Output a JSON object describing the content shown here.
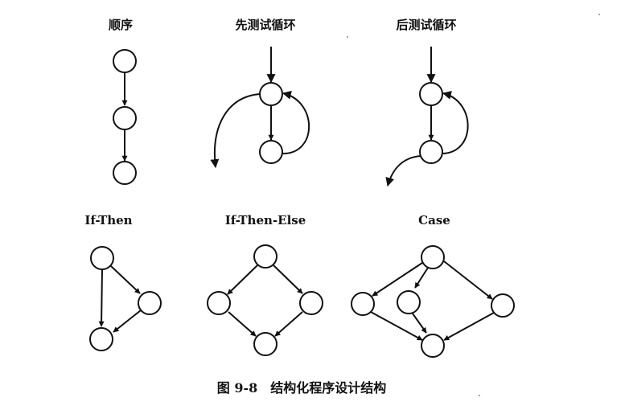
{
  "labels": {
    "sequence": "顺序",
    "pretest_loop": "先测试循环",
    "posttest_loop": "后测试循环",
    "if_then": "If-Then",
    "if_then_else": "If-Then-Else",
    "case": "Case"
  },
  "caption": "图 9-8　结构化程序设计结构"
}
